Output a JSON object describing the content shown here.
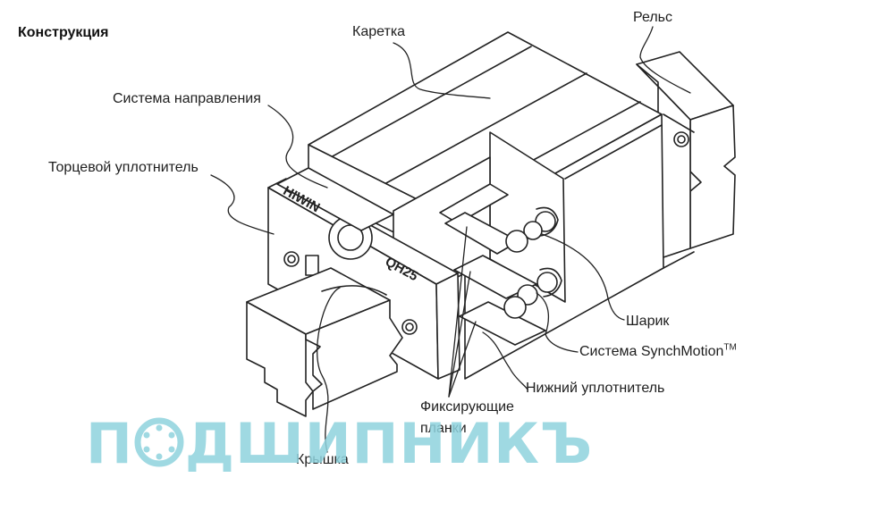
{
  "title": "Конструкция",
  "labels": {
    "carriage": "Каретка",
    "rail": "Рельс",
    "guide_system": "Система направления",
    "end_seal": "Торцевой уплотнитель",
    "ball": "Шарик",
    "synchmotion": "Система SynchMotion",
    "synchmotion_tm": "TM",
    "bottom_seal": "Нижний уплотнитель",
    "retainer_line1": "Фиксирующие",
    "retainer_line2": "планки",
    "cap": "Крышка"
  },
  "marks": {
    "brand": "HIWIN",
    "model": "QH25"
  },
  "watermark": {
    "before": "П",
    "after": "ДШИПНИКЪ",
    "color": "#8fd3de"
  }
}
